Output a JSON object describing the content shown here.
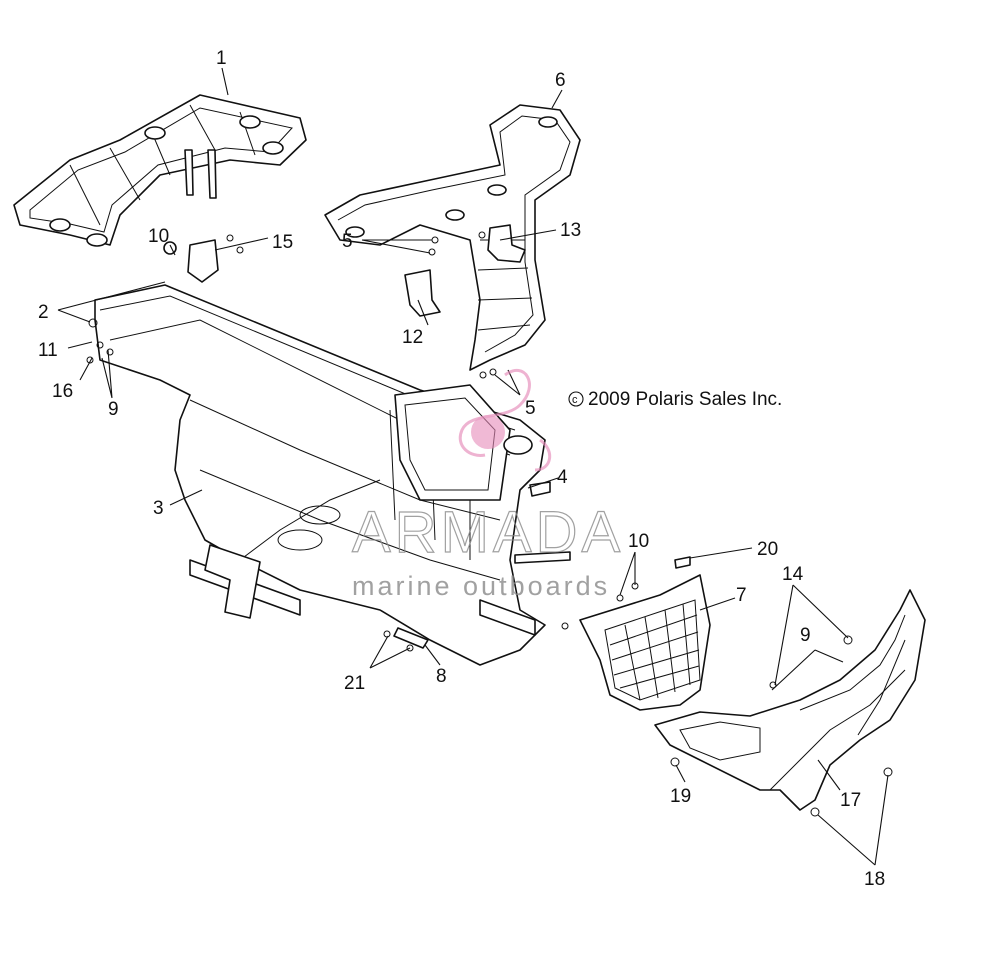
{
  "copyright": "2009 Polaris Sales Inc.",
  "copyright_symbol": "c",
  "watermark": {
    "brand": "ARMADA",
    "tagline": "marine outboards",
    "accent_color": "#e58ab8",
    "text_color": "#8a8a8a"
  },
  "callouts": {
    "c1": "1",
    "c2": "2",
    "c3": "3",
    "c4": "4",
    "c5a": "5",
    "c5b": "5",
    "c6": "6",
    "c7": "7",
    "c8": "8",
    "c9a": "9",
    "c9b": "9",
    "c10a": "10",
    "c10b": "10",
    "c11": "11",
    "c12": "12",
    "c13": "13",
    "c14": "14",
    "c15": "15",
    "c16": "16",
    "c17": "17",
    "c18": "18",
    "c19": "19",
    "c20": "20",
    "c21": "21"
  }
}
